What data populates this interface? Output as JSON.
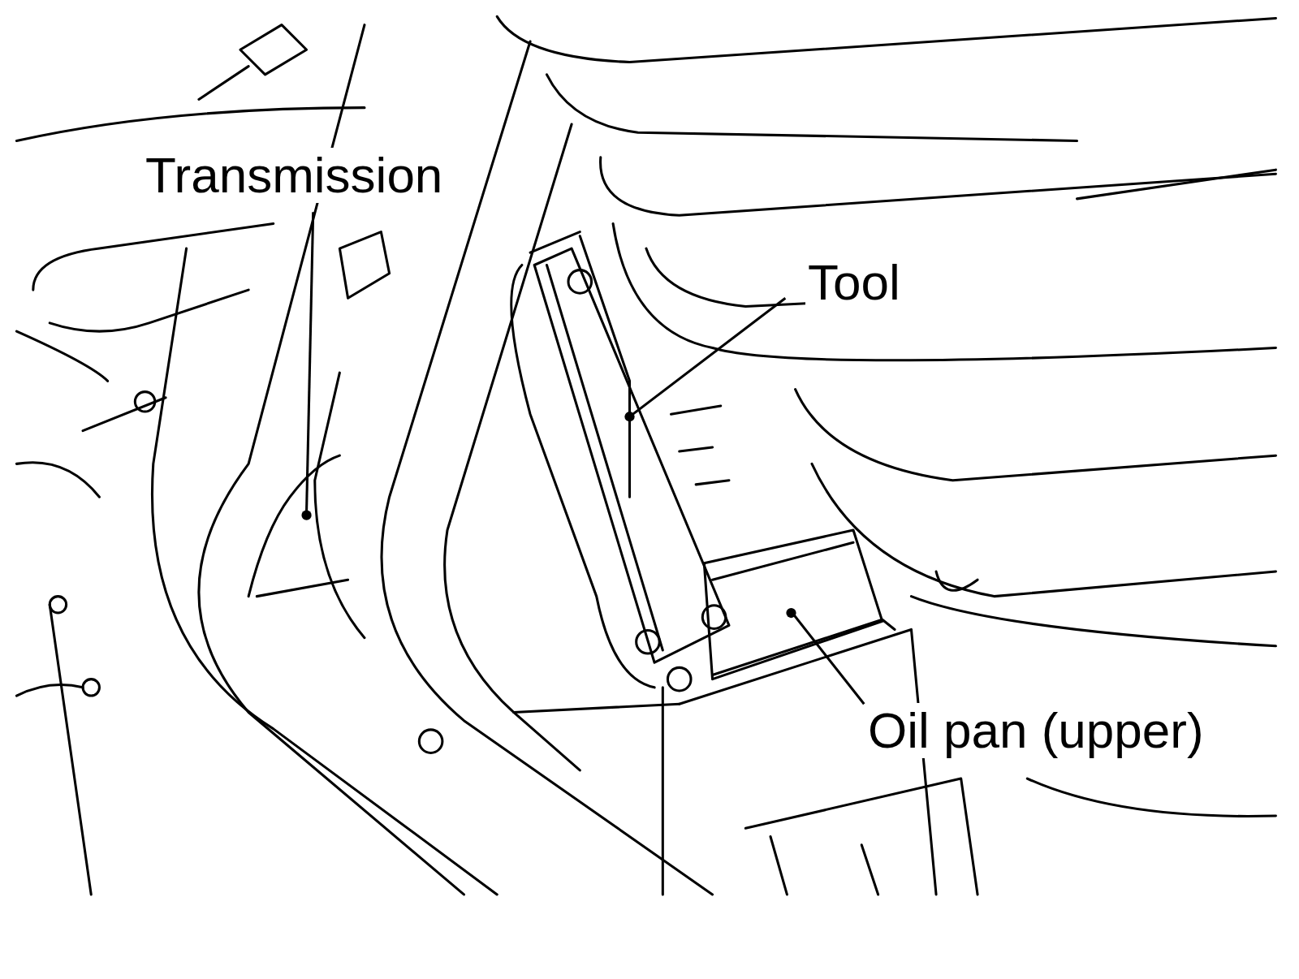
{
  "diagram": {
    "labels": [
      "Transmission",
      "Tool",
      "Oil pan (upper)"
    ]
  }
}
